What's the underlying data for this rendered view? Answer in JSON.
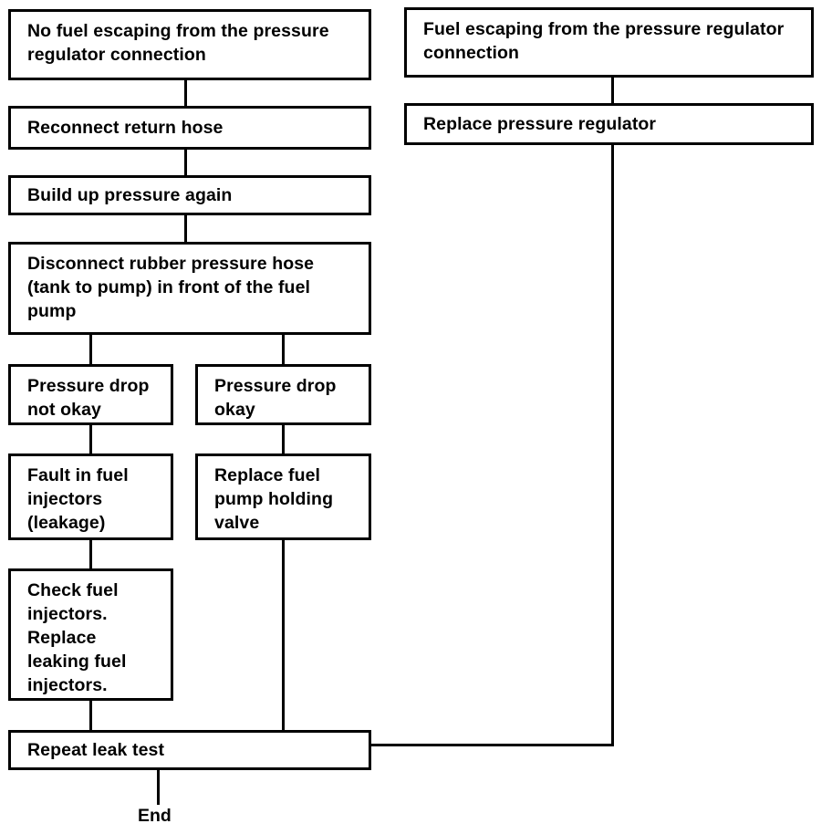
{
  "diagram": {
    "title": "Fuel system leak test flowchart",
    "line_color": "#000000",
    "box_fill": "#ffffff",
    "text_color": "#000000",
    "nodes": {
      "no_fuel_escaping": "No fuel escaping from the pressure\nregulator connection",
      "reconnect_return_hose": "Reconnect return hose",
      "build_up_pressure": "Build up pressure again",
      "disconnect_hose": "Disconnect rubber pressure hose\n(tank to pump) in front of the fuel\npump",
      "pressure_drop_not_okay": "Pressure drop\nnot okay",
      "pressure_drop_okay": "Pressure drop\nokay",
      "fault_in_injectors": "Fault in fuel\ninjectors\n(leakage)",
      "replace_holding_valve": "Replace fuel\npump holding\nvalve",
      "check_injectors": "Check fuel\ninjectors.\nReplace\nleaking fuel\ninjectors.",
      "repeat_leak_test": "Repeat leak test",
      "fuel_escaping": "Fuel escaping from the pressure regulator\nconnection",
      "replace_pressure_regulator": "Replace pressure regulator",
      "end": "End"
    }
  }
}
